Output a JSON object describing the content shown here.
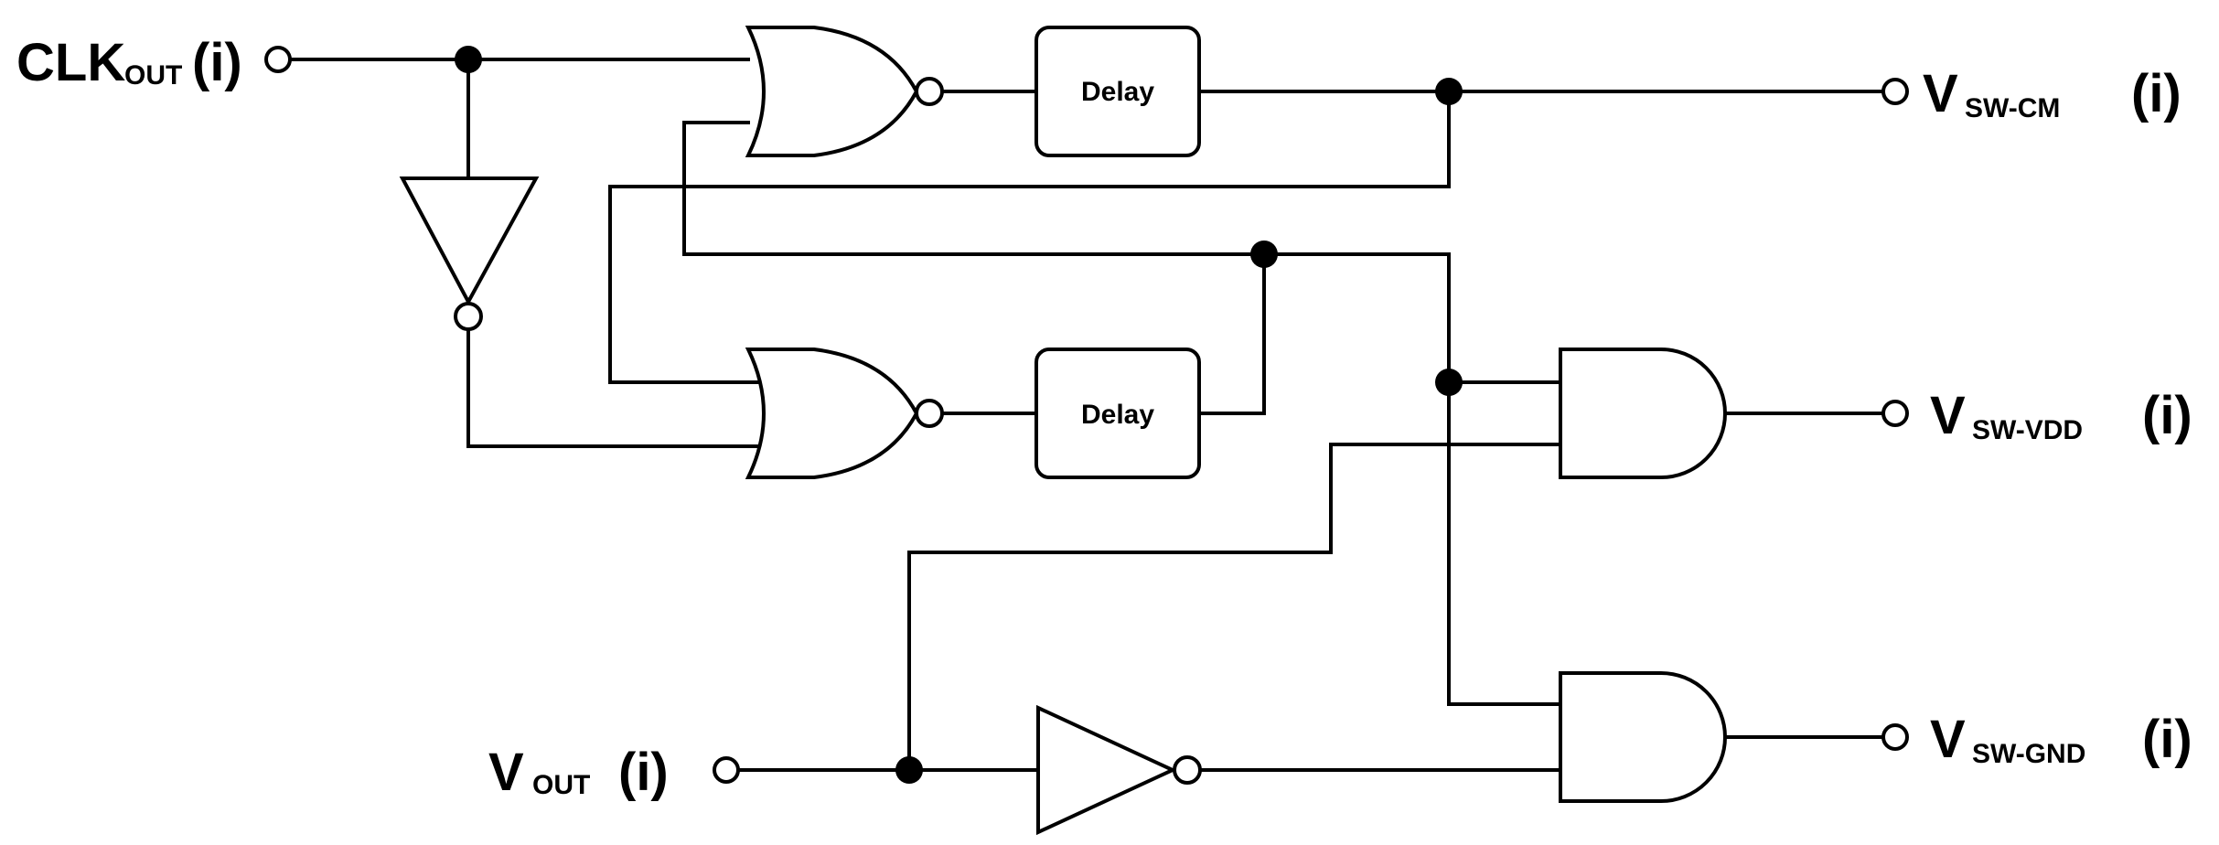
{
  "labels": {
    "clk_main": "CLK",
    "clk_sub": "OUT",
    "clk_paren": "(i)",
    "vout_main": "V",
    "vout_sub": "OUT",
    "vout_paren": "(i)",
    "vswcm_main": "V",
    "vswcm_sub": "SW-CM",
    "vswcm_paren": "(i)",
    "vswvdd_main": "V",
    "vswvdd_sub": "SW-VDD",
    "vswvdd_paren": "(i)",
    "vswgnd_main": "V",
    "vswgnd_sub": "SW-GND",
    "vswgnd_paren": "(i)"
  },
  "blocks": {
    "delay_top": "Delay",
    "delay_bottom": "Delay"
  }
}
